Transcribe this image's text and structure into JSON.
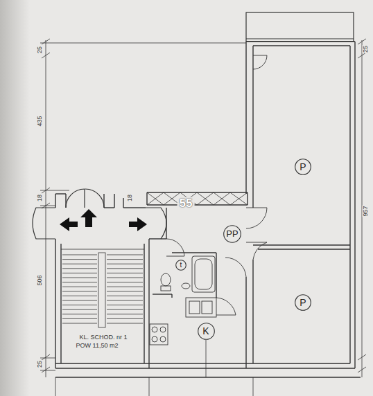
{
  "diagram": {
    "nodes": [
      {
        "text": [
          "P"
        ]
      },
      {
        "text": [
          "PP"
        ]
      },
      {
        "text": [
          "t"
        ]
      },
      {
        "text": [
          "P"
        ]
      },
      {
        "text": [
          "K"
        ]
      }
    ],
    "labels": [
      "25",
      "435",
      "18",
      "506",
      "25",
      "18",
      "957",
      "25",
      "KL. SCHOD. nr 1",
      "POW 11,50 m2",
      "55"
    ]
  }
}
